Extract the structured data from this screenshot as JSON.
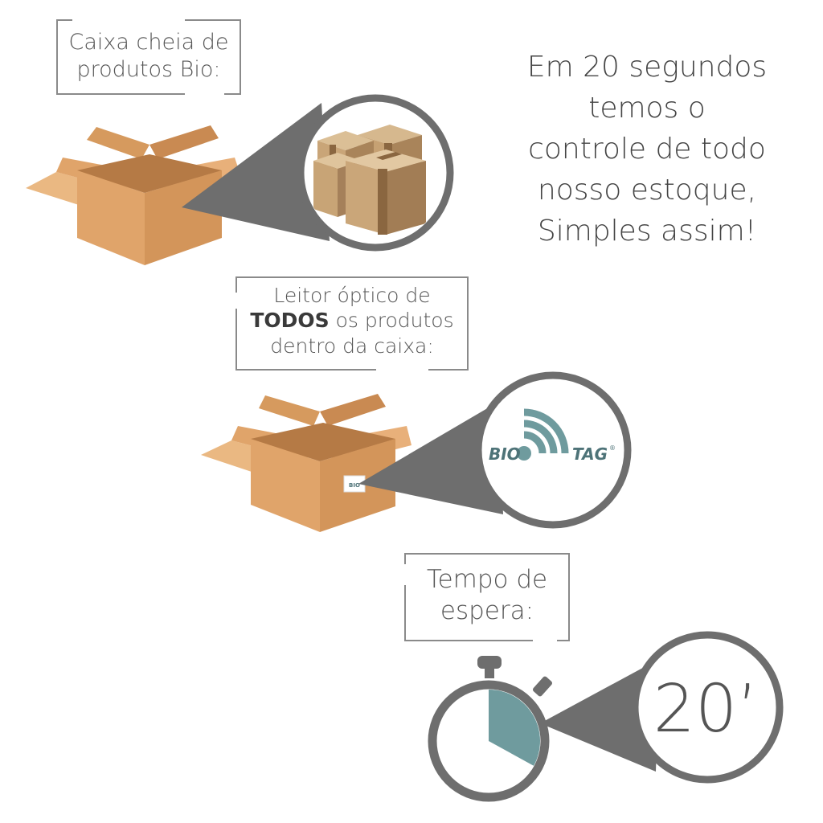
{
  "headline": {
    "lines": [
      "Em 20 segundos",
      "temos o",
      "controle de todo",
      "nosso estoque,",
      "Simples assim!"
    ]
  },
  "step1": {
    "label_line1": "Caixa cheia de",
    "label_line2": "produtos Bio:"
  },
  "step2": {
    "label_line1": "Leitor óptico de",
    "label_line2_bold": "TODOS",
    "label_line2_rest": " os produtos",
    "label_line3": "dentro da caixa:",
    "logo_left": "BIO",
    "logo_right": "TAG",
    "logo_mark": "®"
  },
  "step3": {
    "label_line1": "Tempo de",
    "label_line2": "espera:",
    "timer_value": "20’",
    "timer_fraction": 0.33
  },
  "colors": {
    "box_main": "#e0a46a",
    "box_dark": "#c98a52",
    "box_light": "#eab882",
    "box_inner": "#d69a5e",
    "gray": "#6e6e6e",
    "teal": "#6f9b9e",
    "logo_text": "#4e7378"
  },
  "icons": [
    "open-box-icon",
    "stacked-boxes-icon",
    "rfid-signal-icon",
    "stopwatch-icon"
  ]
}
